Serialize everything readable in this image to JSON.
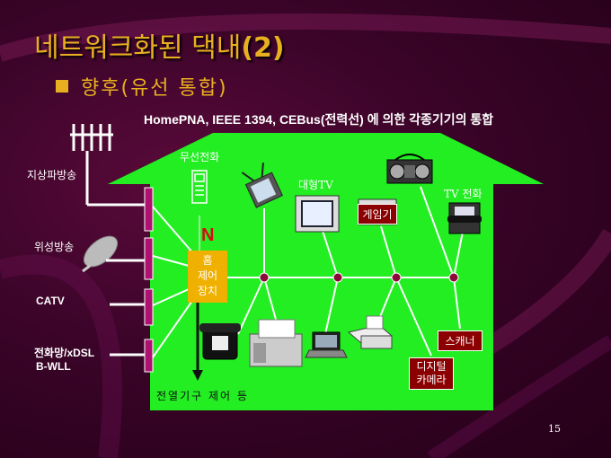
{
  "title": {
    "main": "네트워크화된 댁내",
    "num": "(2)"
  },
  "subtitle": "향후(유선 통합)",
  "caption": "HomePNA, IEEE 1394, CEBus(전력선) 에 의한 각종기기의 통합",
  "external": {
    "terrestrial": "지상파방송",
    "satellite": "위성방송",
    "catv": "CATV",
    "phone": "전화망/xDSL",
    "bwll": "B-WLL"
  },
  "devices": {
    "cordless": "무선전화",
    "big_tv": "대형TV",
    "game": "게임기",
    "tv_phone": "TV 전화",
    "scanner": "스캐너",
    "camera_line1": "디지털",
    "camera_line2": "카메라"
  },
  "hub": {
    "line1": "홈",
    "line2": "제어",
    "line3": "장치"
  },
  "footer_note": "전열기구 제어 등",
  "page_number": "15",
  "colors": {
    "house": "#22ee22",
    "accent": "#e8b020",
    "node": "#8b0a3a",
    "hub": "#f0b000"
  }
}
